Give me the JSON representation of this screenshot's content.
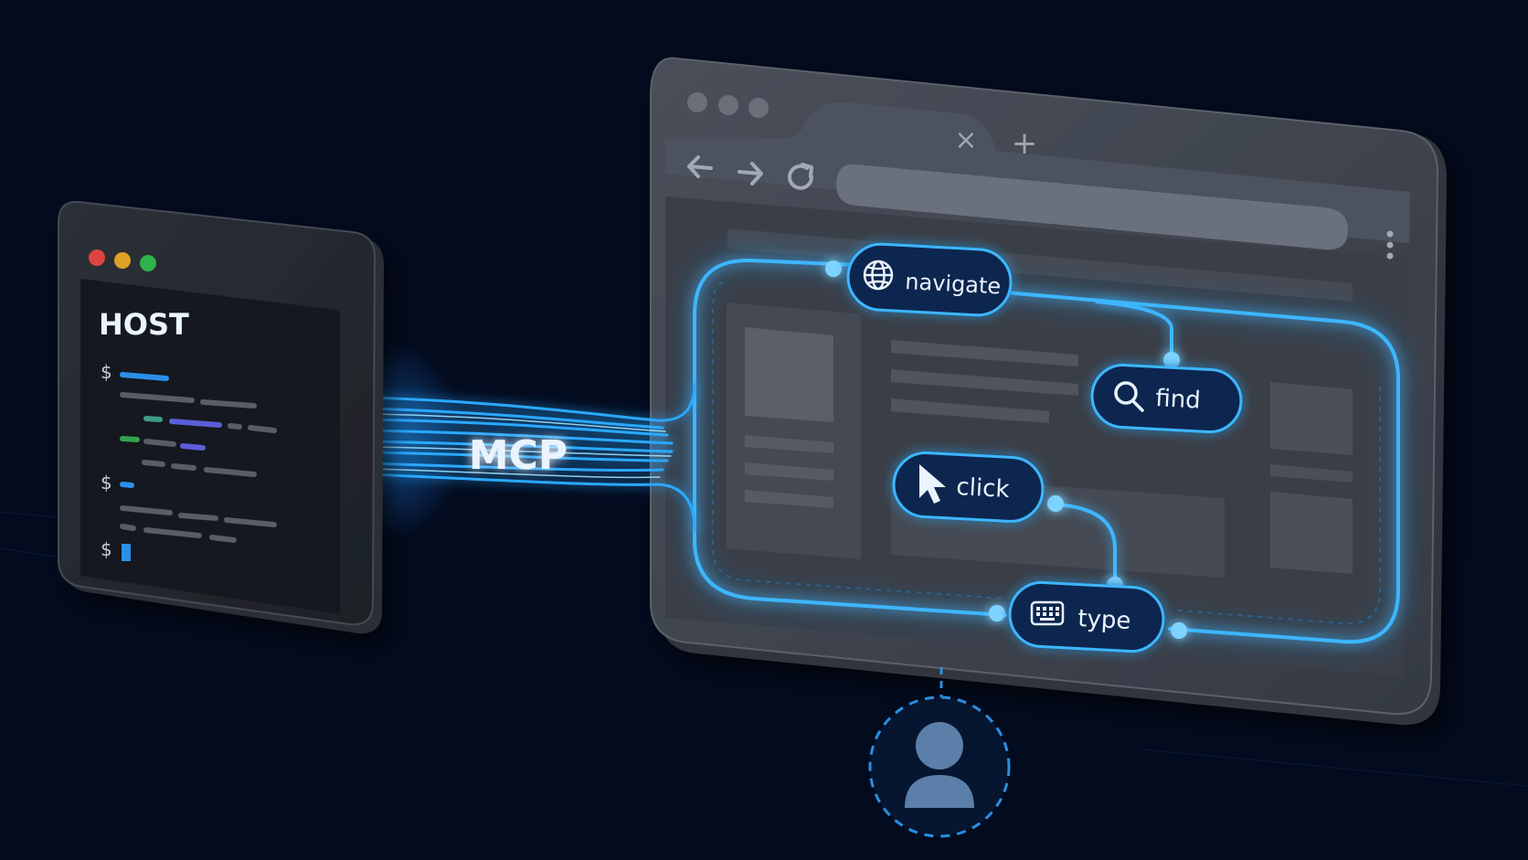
{
  "host": {
    "title": "HOST",
    "prompt_symbol": "$",
    "window_dots": [
      "#e0443e",
      "#dea123",
      "#2fb14b"
    ]
  },
  "connection": {
    "label": "MCP"
  },
  "browser": {
    "tab_close_symbol": "×",
    "new_tab_symbol": "+",
    "controls": [
      "back-arrow-icon",
      "forward-arrow-icon",
      "reload-icon",
      "kebab-menu-icon"
    ]
  },
  "tools": [
    {
      "id": "navigate",
      "label": "navigate",
      "icon": "globe-icon"
    },
    {
      "id": "find",
      "label": "find",
      "icon": "search-icon"
    },
    {
      "id": "click",
      "label": "click",
      "icon": "cursor-icon"
    },
    {
      "id": "type",
      "label": "type",
      "icon": "keyboard-icon"
    }
  ],
  "user": {
    "icon": "user-icon"
  },
  "colors": {
    "background": "#030b1e",
    "glow": "#29a9ff",
    "glow_light": "#7fd3ff",
    "panel": "#3a3f4a",
    "panel_dark": "#23272f",
    "pill": "#0e2550"
  }
}
